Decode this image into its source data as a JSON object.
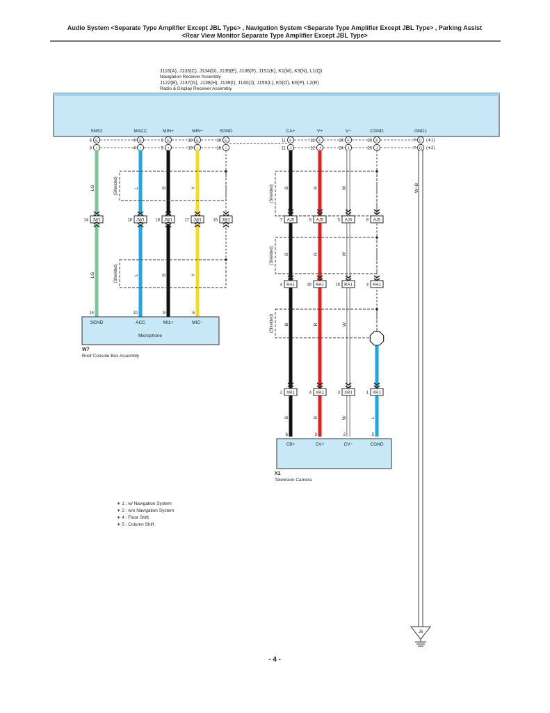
{
  "header": {
    "line1": "Audio System <Separate Type Amplifier Except JBL Type> , Navigation System <Separate Type Amplifier Except JBL Type> , Parking Assist",
    "line2": "<Rear View Monitor Separate Type Amplifier Except JBL Type>"
  },
  "receiver": {
    "connectors_nav": "J116(A), J133(C), J134(D), J135(E), J136(F), J151(K), K1(M), K3(N), L1(Q)",
    "name_nav": "Navigation Receiver Assembly",
    "connectors_radio": "J122(B), J137(G), J138(H), J139(I), J140(J), J155(L), K5(O), K6(P), L2(R)",
    "name_radio": "Radio & Display Receiver Assembly"
  },
  "terminals": [
    {
      "name": "SNS2",
      "pins": [
        "6",
        "E",
        "8",
        "I"
      ],
      "color": "#7cc59a"
    },
    {
      "name": "MACC",
      "pins": [
        "4",
        "E",
        "4",
        "I"
      ],
      "color": "#1ea7e0"
    },
    {
      "name": "MIN+",
      "pins": [
        "5",
        "E",
        "5",
        "I"
      ],
      "color": "#111111"
    },
    {
      "name": "MIN−",
      "pins": [
        "19",
        "E",
        "19",
        "I"
      ],
      "color": "#f4dc1c"
    },
    {
      "name": "SGND",
      "pins": [
        "18",
        "E",
        "18",
        "I"
      ],
      "color": "#222222"
    },
    {
      "name": "CA+",
      "pins": [
        "11",
        "F",
        "11",
        "J"
      ],
      "color": "#111111"
    },
    {
      "name": "V+",
      "pins": [
        "12",
        "F",
        "12",
        "J"
      ],
      "color": "#e02020"
    },
    {
      "name": "V−",
      "pins": [
        "24",
        "F",
        "24",
        "J"
      ],
      "color": "#ffffff"
    },
    {
      "name": "CGND",
      "pins": [
        "23",
        "F",
        "23",
        "J"
      ],
      "color": "#1ea7e0"
    },
    {
      "name": "GND1",
      "pins": [
        "7",
        "C",
        "7",
        "G"
      ],
      "color": "#ffffff"
    }
  ],
  "gnd_notes": [
    "(∗1)",
    "(∗2)"
  ],
  "wire_codes": {
    "upper_left": [
      "LG",
      "L",
      "B",
      "Y"
    ],
    "lower_left": [
      "LG",
      "L",
      "B",
      "Y"
    ],
    "right_a": [
      "B",
      "R",
      "W"
    ],
    "right_b": [
      "B",
      "R",
      "W"
    ],
    "right_c": [
      "B",
      "R",
      "W"
    ],
    "right_d": [
      "B",
      "R",
      "W",
      "L"
    ],
    "gnd": "W−B"
  },
  "shielded": "(Shielded)",
  "connectors": {
    "jw1": {
      "label": "JW1",
      "pins": [
        "14",
        "18",
        "18",
        "17",
        "16"
      ]
    },
    "aj5": {
      "label": "AJ5",
      "pins": [
        "7",
        "6",
        "5",
        "8"
      ]
    },
    "ra1": {
      "label": "RA1",
      "pins": [
        "4",
        "16",
        "15",
        "3"
      ]
    },
    "xr1": {
      "label": "XR1",
      "pins": [
        "2",
        "4",
        "3",
        "1"
      ]
    },
    "j6": "J6"
  },
  "microphone": {
    "pins": [
      "14",
      "10",
      "8",
      "6"
    ],
    "terminals": [
      "SGND",
      "ACC",
      "MI1+",
      "MIC−"
    ],
    "name": "Microphone",
    "code": "W7",
    "assembly": "Roof Console Box Assembly"
  },
  "camera": {
    "pins": [
      "6",
      "3",
      "2",
      "5"
    ],
    "terminals": [
      "CB+",
      "CV+",
      "CV−",
      "CGND"
    ],
    "code": "X1",
    "name": "Television Camera"
  },
  "legend": [
    "∗ 1 : w/ Navigation System",
    "∗ 2 : w/o Navigation System",
    "∗ 4 : Floor Shift",
    "∗ 5 : Column Shift"
  ],
  "page_number": "- 4 -"
}
